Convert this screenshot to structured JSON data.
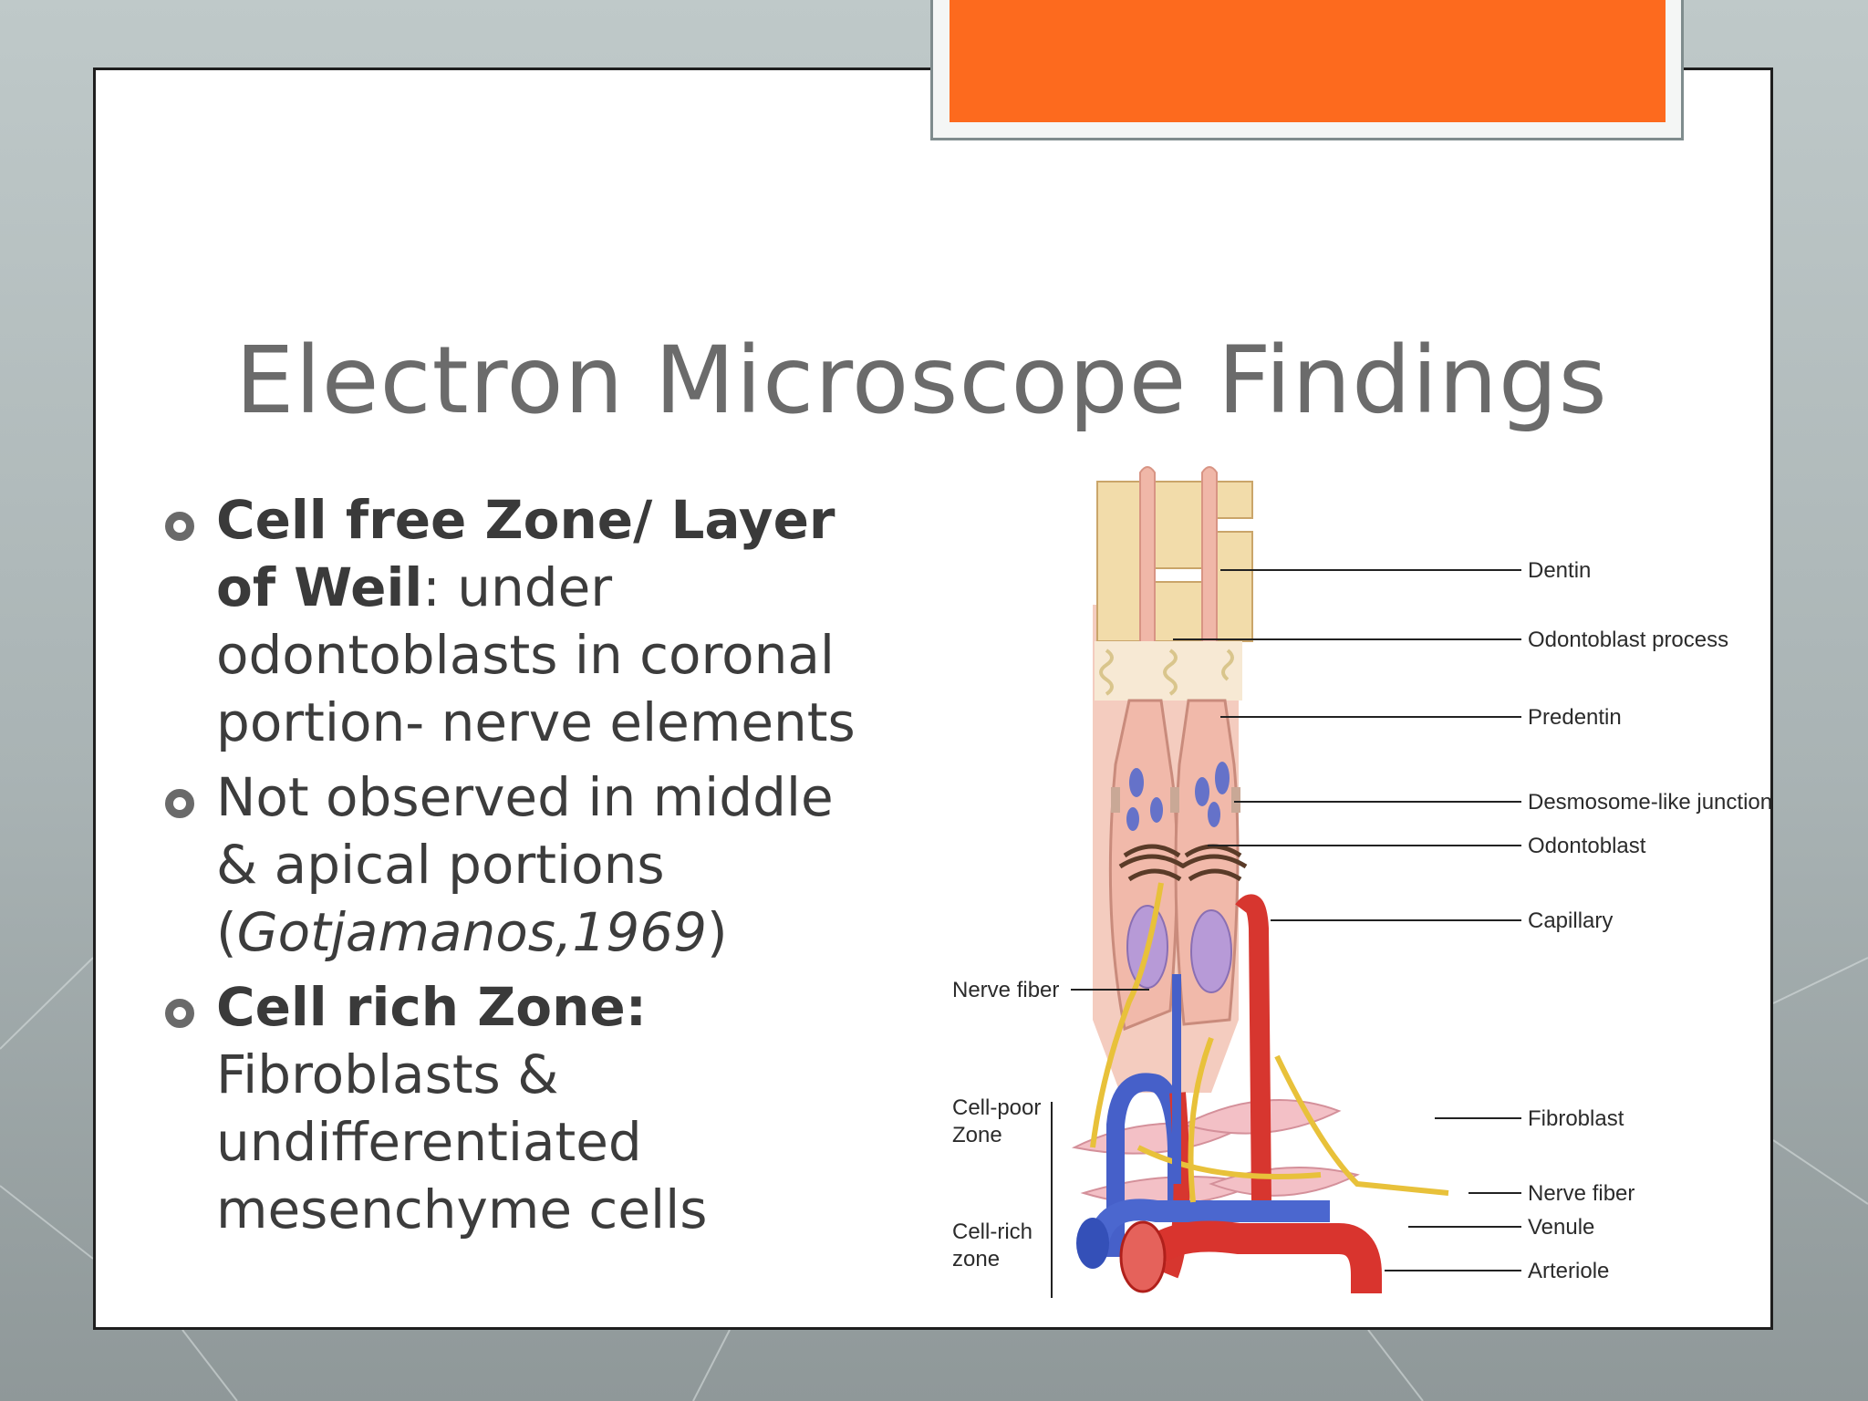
{
  "slide": {
    "title": "Electron Microscope Findings",
    "accent_color": "#fd6a1e"
  },
  "bullets": [
    {
      "bold": "Cell free Zone/ Layer of Weil",
      "after_bold": ": under odontoblasts in coronal portion- nerve elements"
    },
    {
      "text": "Not observed in middle & apical portions (",
      "citation": "Gotjamanos,1969",
      "close": ")"
    },
    {
      "bold": "Cell rich Zone:",
      "after_bold": " Fibroblasts & undifferentiated mesenchyme cells"
    }
  ],
  "figure": {
    "labels_right": {
      "dentin": "Dentin",
      "odontoblast_process": "Odontoblast process",
      "predentin": "Predentin",
      "desmosome": "Desmosome-like junction",
      "odontoblast": "Odontoblast",
      "capillary": "Capillary",
      "fibroblast": "Fibroblast",
      "nerve_fiber": "Nerve fiber",
      "venule": "Venule",
      "arteriole": "Arteriole"
    },
    "labels_left": {
      "nerve_fiber": "Nerve fiber",
      "cell_poor_1": "Cell-poor",
      "cell_poor_2": "Zone",
      "cell_rich_1": "Cell-rich",
      "cell_rich_2": "zone"
    }
  }
}
